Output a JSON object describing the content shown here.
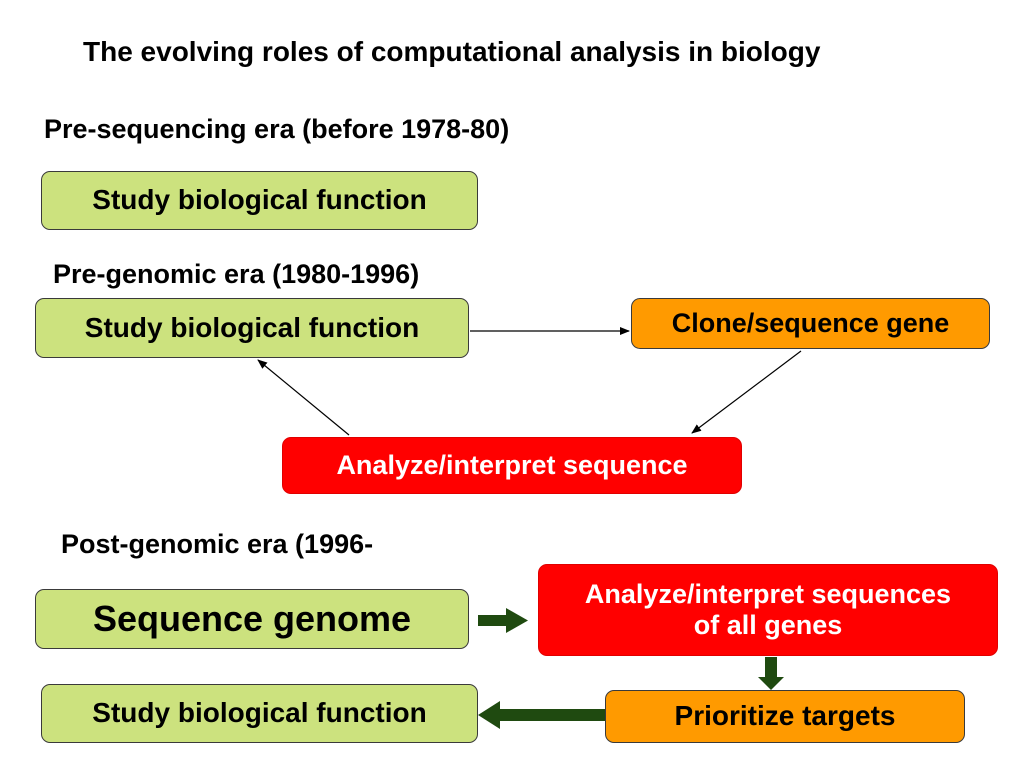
{
  "title": "The evolving roles of computational analysis in biology",
  "eras": {
    "pre_sequencing": {
      "heading": "Pre-sequencing era (before 1978-80)",
      "box_study": "Study biological function"
    },
    "pre_genomic": {
      "heading": "Pre-genomic era (1980-1996)",
      "box_study": "Study biological function",
      "box_clone": "Clone/sequence gene",
      "box_analyze": "Analyze/interpret sequence"
    },
    "post_genomic": {
      "heading": "Post-genomic era (1996-",
      "box_sequence_genome": "Sequence genome",
      "box_analyze_line1": "Analyze/interpret sequences",
      "box_analyze_line2": "of all genes",
      "box_prioritize": "Prioritize targets",
      "box_study": "Study biological function"
    }
  },
  "colors": {
    "green_box": "#cce27e",
    "orange_box": "#ff9a00",
    "red_box": "#ff0000",
    "thick_arrow": "#1f4a10"
  }
}
